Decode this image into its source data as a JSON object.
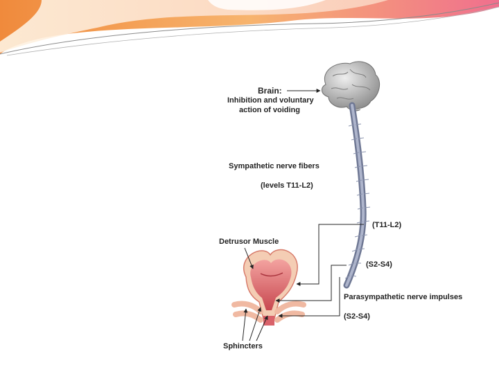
{
  "slide": {
    "colors": {
      "banner_orange": "#f5a15c",
      "banner_pink": "#f06f8e",
      "banner_cream": "#fde8c8",
      "nerve": "#9aa3bf",
      "bladder": "#d8555c",
      "muscle": "#f2c7ad"
    }
  },
  "diagram": {
    "labels": {
      "brain_1": "Brain:",
      "brain_2": "Inhibition and voluntary",
      "brain_3": "action of voiding",
      "sympathetic_1": "Sympathetic nerve fibers",
      "sympathetic_2": "(levels T11-L2)",
      "level_t11": "(T11-L2)",
      "level_s2_upper": "(S2-S4)",
      "parasympathetic": "Parasympathetic nerve impulses",
      "level_s2_lower": "(S2-S4)",
      "detrusor": "Detrusor Muscle",
      "sphincters": "Sphincters"
    }
  }
}
